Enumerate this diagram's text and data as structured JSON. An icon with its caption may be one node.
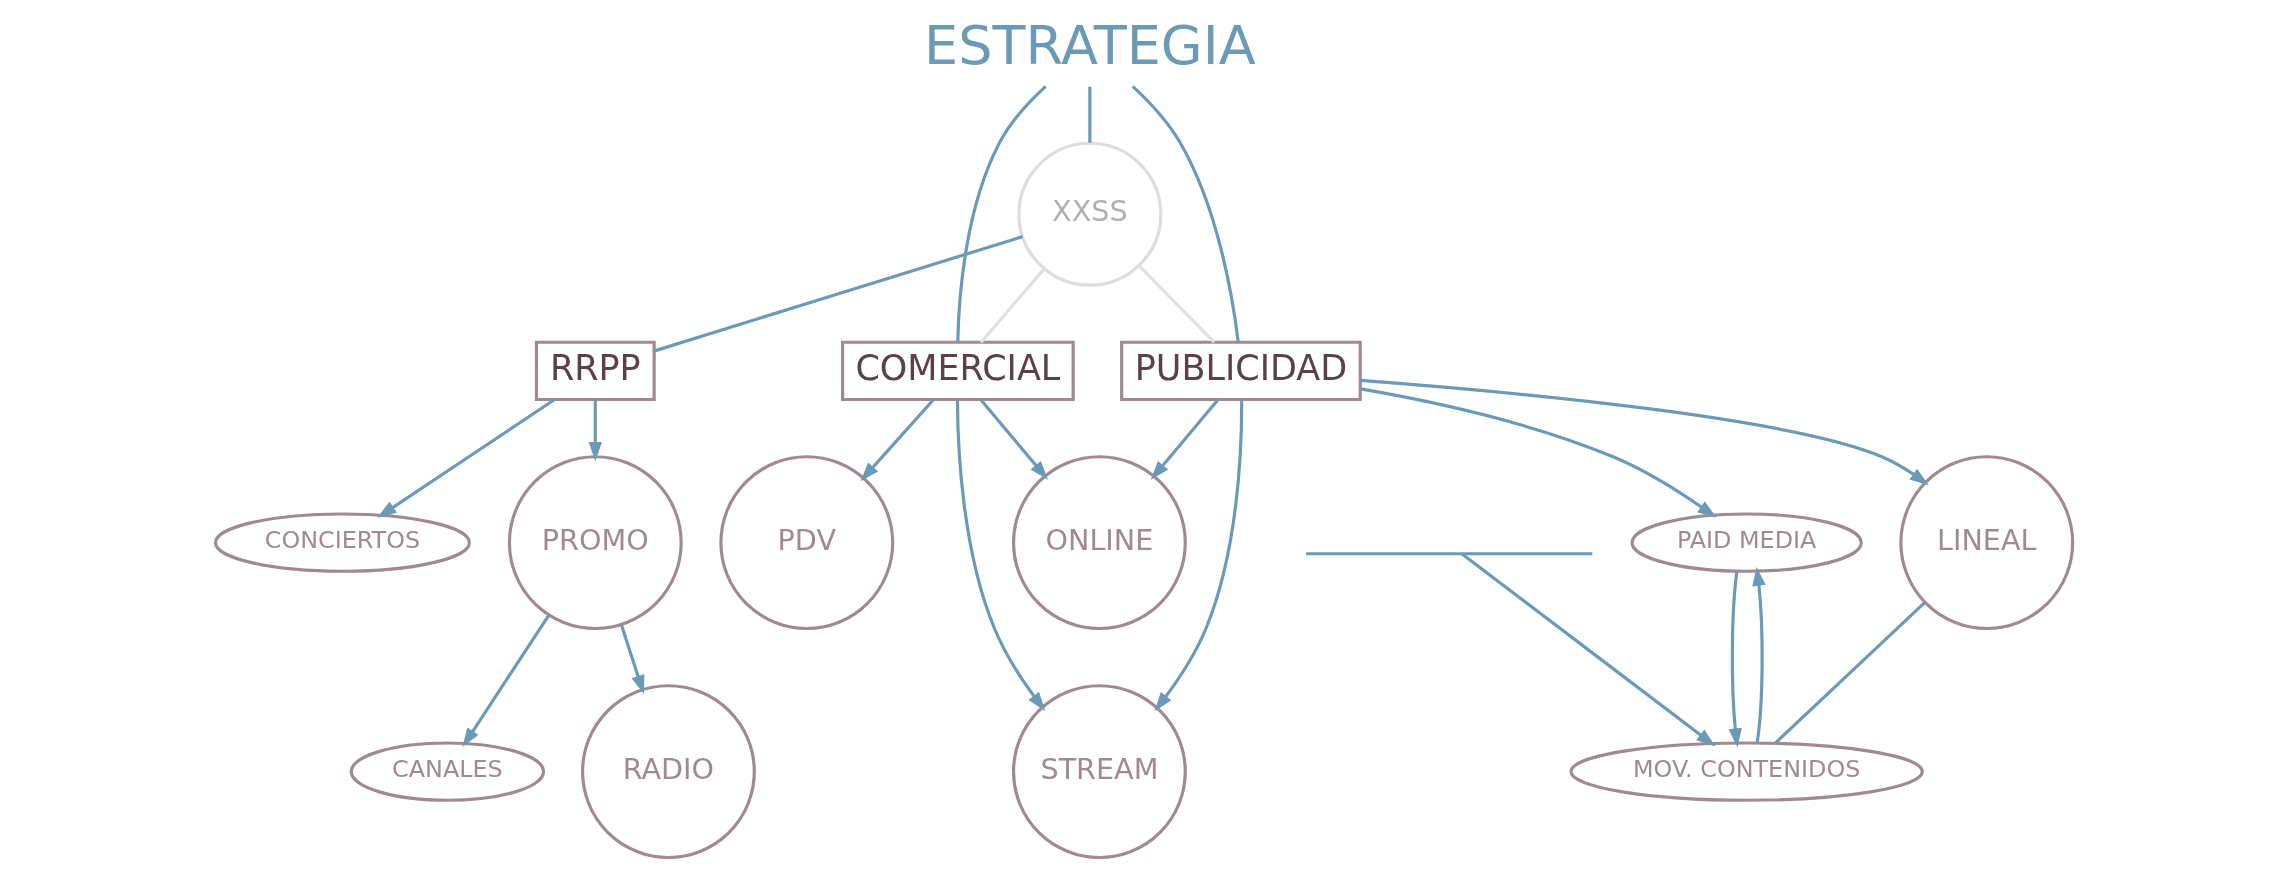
{
  "diagram": {
    "nodes": [
      {
        "text": [
          "ESTRATEGIA"
        ]
      },
      {
        "text": [
          "XXSS"
        ]
      },
      {
        "text": [
          "COMERCIAL"
        ]
      },
      {
        "text": [
          "RRPP"
        ]
      },
      {
        "text": [
          "PUBLICIDAD"
        ]
      },
      {
        "text": [
          "PDV"
        ]
      },
      {
        "text": [
          "ONLINE"
        ]
      },
      {
        "text": [
          "STREAM"
        ]
      },
      {
        "text": [
          "PROMO"
        ]
      },
      {
        "text": [
          "CONCIERTOS"
        ]
      },
      {
        "text": [
          "RADIO"
        ]
      },
      {
        "text": [
          "CANALES"
        ]
      },
      {
        "text": [
          "PAID MEDIA"
        ]
      },
      {
        "text": [
          "LINEAL"
        ]
      },
      {
        "text": [
          "MOV. CONTENIDOS"
        ]
      },
      {
        "text": [],
        "shape": "bracket"
      }
    ],
    "edges": [
      {
        "from": 0,
        "to": 2,
        "arrow": "none"
      },
      {
        "from": 0,
        "to": 1,
        "arrow": "none"
      },
      {
        "from": 0,
        "to": 4,
        "arrow": "none"
      },
      {
        "from": 1,
        "to": 2,
        "arrow": "none",
        "color": "#e0e0e0"
      },
      {
        "from": 1,
        "to": 3,
        "arrow": "none"
      },
      {
        "from": 1,
        "to": 4,
        "arrow": "none",
        "color": "#e0e0e0"
      },
      {
        "from": 2,
        "to": 5,
        "arrow": "to"
      },
      {
        "from": 2,
        "to": 7,
        "arrow": "to"
      },
      {
        "from": 2,
        "to": 6,
        "arrow": "to"
      },
      {
        "from": 3,
        "to": 8,
        "arrow": "to"
      },
      {
        "from": 3,
        "to": 9,
        "arrow": "to"
      },
      {
        "from": 4,
        "to": 6,
        "arrow": "to"
      },
      {
        "from": 4,
        "to": 7,
        "arrow": "to"
      },
      {
        "from": 4,
        "to": 12,
        "arrow": "to"
      },
      {
        "from": 4,
        "to": 13,
        "arrow": "to"
      },
      {
        "from": 8,
        "to": 10,
        "arrow": "to"
      },
      {
        "from": 8,
        "to": 11,
        "arrow": "to"
      },
      {
        "from": 12,
        "to": 14,
        "arrow": "to"
      },
      {
        "from": 14,
        "to": 12,
        "arrow": "to"
      },
      {
        "from": 13,
        "to": 14,
        "arrow": "none"
      },
      {
        "from": 15,
        "to": 14,
        "arrow": "to"
      }
    ]
  }
}
